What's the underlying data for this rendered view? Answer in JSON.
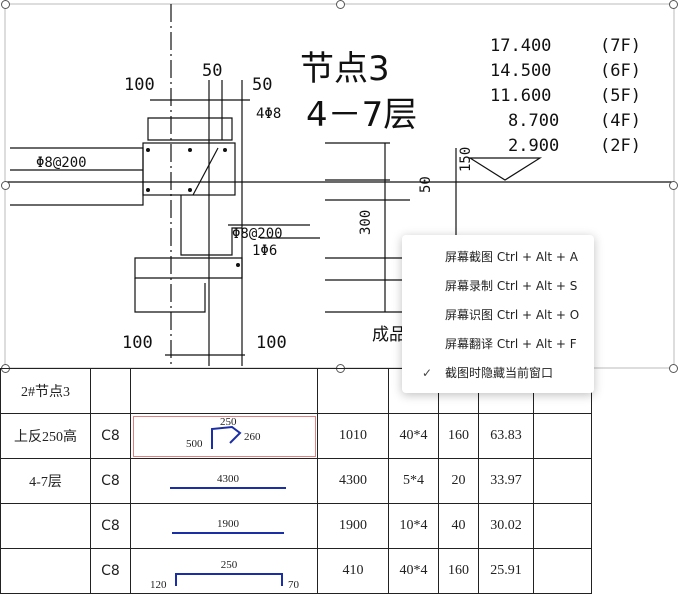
{
  "drawing": {
    "title_line1": "节点3",
    "title_line2": "4－7层",
    "levels": [
      {
        "elev": "17.400",
        "floor": "(7F)"
      },
      {
        "elev": "14.500",
        "floor": "(6F)"
      },
      {
        "elev": "11.600",
        "floor": "(5F)"
      },
      {
        "elev": "8.700",
        "floor": "(4F)"
      },
      {
        "elev": "2.900",
        "floor": "(2F)"
      }
    ],
    "dims": {
      "top_left": "100",
      "top_mid": "50",
      "top_right": "50",
      "bottom_left": "100",
      "bottom_right": "100",
      "side_300": "300",
      "side_50": "50",
      "side_150": "150"
    },
    "rebar_notes": {
      "top_bar": "4Φ8",
      "stirrup_left": "Φ8@200",
      "stirrup_mid": "Φ8@200",
      "bottom_bar": "1Φ6",
      "finish": "成品"
    }
  },
  "context_menu": {
    "items": [
      {
        "label": "屏幕截图 Ctrl + Alt + A",
        "checked": false
      },
      {
        "label": "屏幕录制 Ctrl + Alt + S",
        "checked": false
      },
      {
        "label": "屏幕识图 Ctrl + Alt + O",
        "checked": false
      },
      {
        "label": "屏幕翻译 Ctrl + Alt + F",
        "checked": false
      },
      {
        "label": "截图时隐藏当前窗口",
        "checked": true
      }
    ]
  },
  "table": {
    "rows": [
      {
        "name": "2#节点3",
        "steel": "",
        "shape_labels": [],
        "length": "",
        "count": "",
        "spacing": "",
        "weight": ""
      },
      {
        "name": "上反250高",
        "steel": "C8",
        "shape_labels": [
          "250",
          "500",
          "260"
        ],
        "length": "1010",
        "count": "40*4",
        "spacing": "160",
        "weight": "63.83"
      },
      {
        "name": "4-7层",
        "steel": "C8",
        "shape_labels": [
          "4300"
        ],
        "length": "4300",
        "count": "5*4",
        "spacing": "20",
        "weight": "33.97"
      },
      {
        "name": "",
        "steel": "C8",
        "shape_labels": [
          "1900"
        ],
        "length": "1900",
        "count": "10*4",
        "spacing": "40",
        "weight": "30.02"
      },
      {
        "name": "",
        "steel": "C8",
        "shape_labels": [
          "250",
          "120",
          "70"
        ],
        "length": "410",
        "count": "40*4",
        "spacing": "160",
        "weight": "25.91"
      }
    ]
  },
  "colors": {
    "rebar_shape": "#1a2ea8",
    "highlight": "#e08080",
    "line": "#222222"
  }
}
